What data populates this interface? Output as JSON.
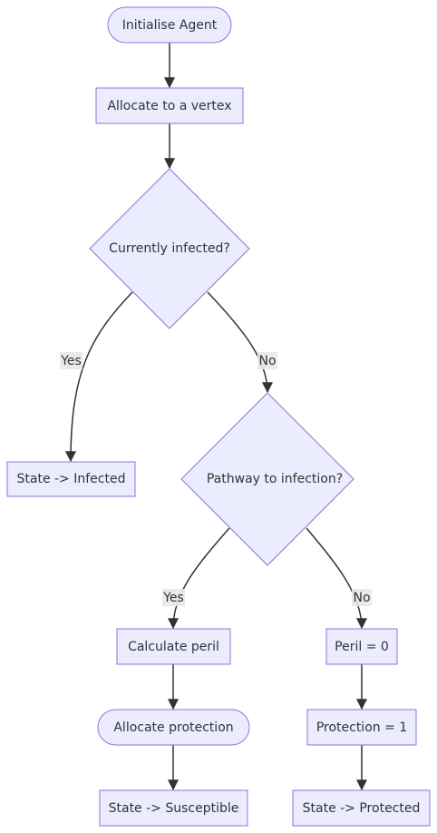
{
  "diagram": {
    "type": "flowchart",
    "direction": "top-down",
    "colors": {
      "node_fill": "#ECECFF",
      "node_stroke": "#9370DB",
      "edge": "#333333",
      "text": "#333333",
      "edge_label_bg": "#e8e8e8"
    },
    "nodes": {
      "init": {
        "label": "Initialise Agent",
        "shape": "rounded"
      },
      "allocate_vertex": {
        "label": "Allocate to a vertex",
        "shape": "rect"
      },
      "currently_infected": {
        "label": "Currently infected?",
        "shape": "decision"
      },
      "state_infected": {
        "label": "State -> Infected",
        "shape": "rect"
      },
      "pathway": {
        "label": "Pathway to infection?",
        "shape": "decision"
      },
      "calc_peril": {
        "label": "Calculate peril",
        "shape": "rect"
      },
      "peril_zero": {
        "label": "Peril = 0",
        "shape": "rect"
      },
      "allocate_protection": {
        "label": "Allocate protection",
        "shape": "rounded"
      },
      "protection_one": {
        "label": "Protection = 1",
        "shape": "rect"
      },
      "state_susceptible": {
        "label": "State -> Susceptible",
        "shape": "rect"
      },
      "state_protected": {
        "label": "State -> Protected",
        "shape": "rect"
      }
    },
    "edges": {
      "init_to_allocate": {
        "from": "init",
        "to": "allocate_vertex",
        "label": ""
      },
      "allocate_to_infected": {
        "from": "allocate_vertex",
        "to": "currently_infected",
        "label": ""
      },
      "infected_yes": {
        "from": "currently_infected",
        "to": "state_infected",
        "label": "Yes"
      },
      "infected_no": {
        "from": "currently_infected",
        "to": "pathway",
        "label": "No"
      },
      "pathway_yes": {
        "from": "pathway",
        "to": "calc_peril",
        "label": "Yes"
      },
      "pathway_no": {
        "from": "pathway",
        "to": "peril_zero",
        "label": "No"
      },
      "peril_to_protection": {
        "from": "calc_peril",
        "to": "allocate_protection",
        "label": ""
      },
      "perilzero_to_protone": {
        "from": "peril_zero",
        "to": "protection_one",
        "label": ""
      },
      "protection_to_susceptible": {
        "from": "allocate_protection",
        "to": "state_susceptible",
        "label": ""
      },
      "protone_to_protected": {
        "from": "protection_one",
        "to": "state_protected",
        "label": ""
      }
    }
  }
}
